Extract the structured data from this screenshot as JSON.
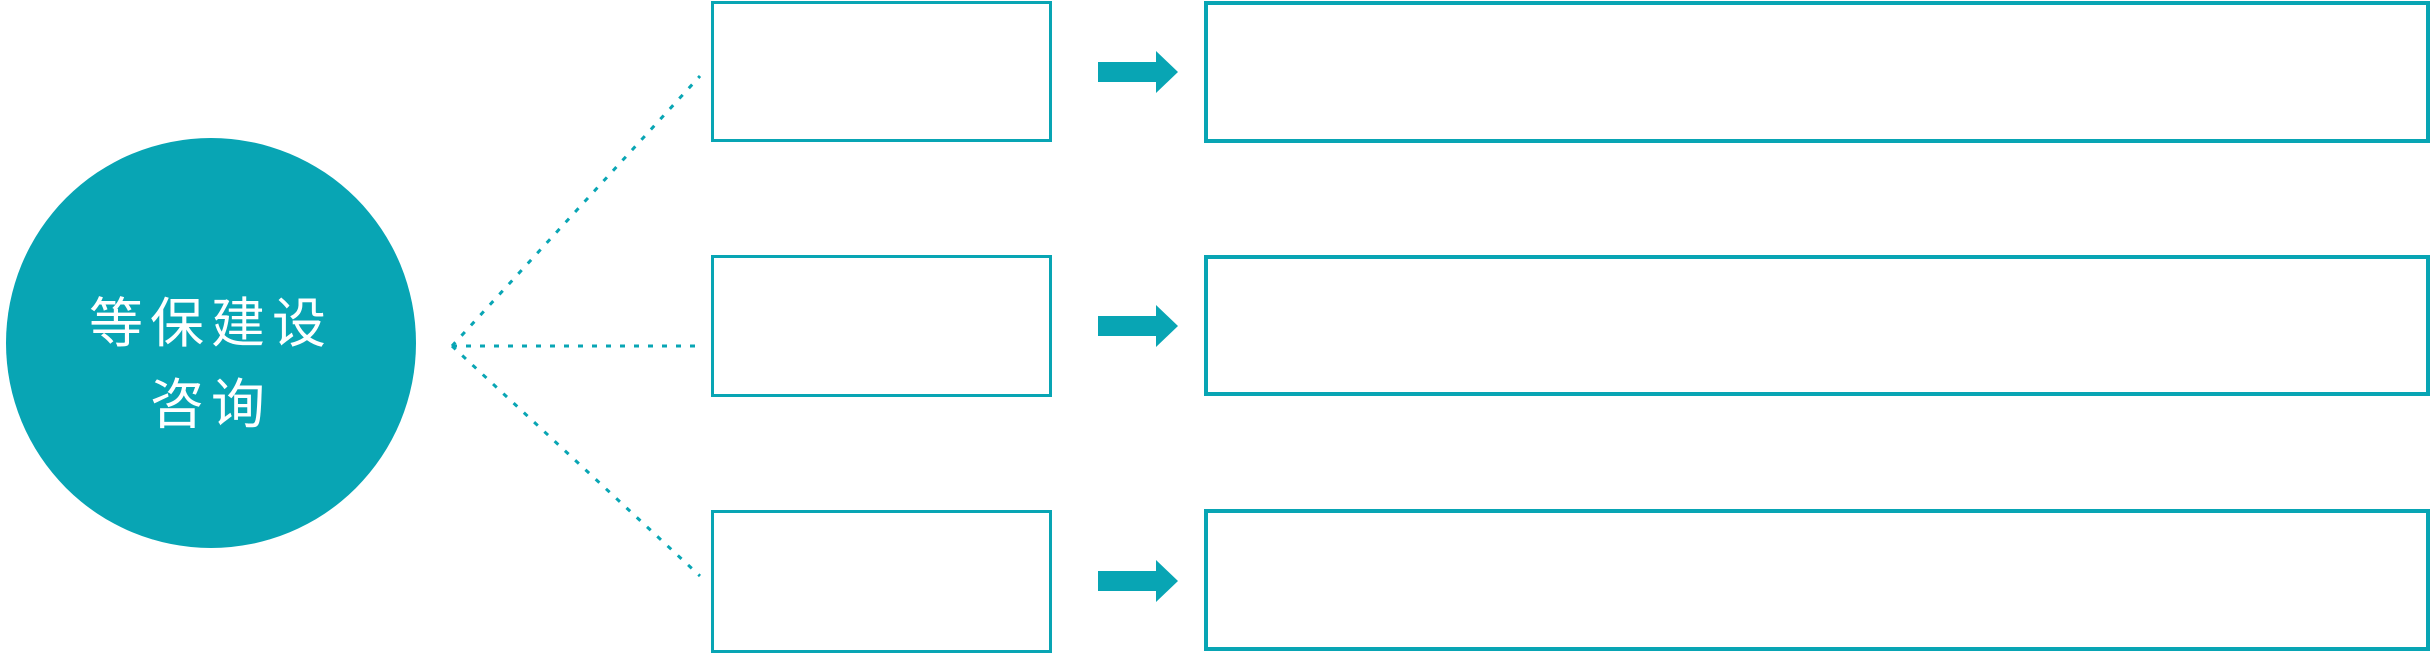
{
  "diagram": {
    "center_node": {
      "label_line1": "等保建设",
      "label_line2": "咨询"
    },
    "rows": [
      {
        "small_box_text": "",
        "large_box_text": ""
      },
      {
        "small_box_text": "",
        "large_box_text": ""
      },
      {
        "small_box_text": "",
        "large_box_text": ""
      }
    ],
    "icons": {
      "arrow": "right-arrow-icon",
      "connector": "dotted-line-connector"
    },
    "colors": {
      "accent": "#08A5B4",
      "background": "#FFFFFF",
      "text_on_accent": "#FFFFFF"
    }
  }
}
